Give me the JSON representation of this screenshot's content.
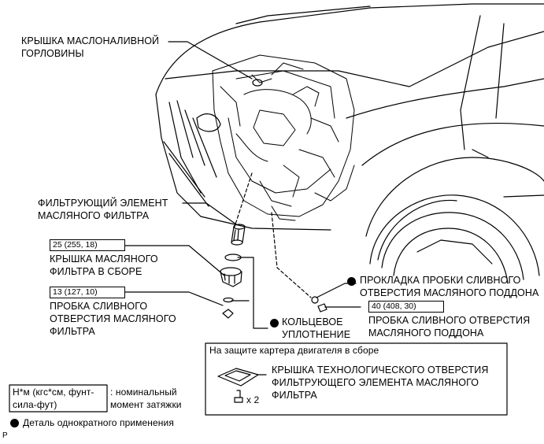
{
  "labels": {
    "oil_filler_cap": [
      "КРЫШКА МАСЛОНАЛИВНОЙ",
      "ГОРЛОВИНЫ"
    ],
    "filter_element": [
      "ФИЛЬТРУЮЩИЙ ЭЛЕМЕНТ",
      "МАСЛЯНОГО ФИЛЬТРА"
    ],
    "filter_cap_torque": "25 (255, 18)",
    "filter_cap": [
      "КРЫШКА МАСЛЯНОГО",
      "ФИЛЬТРА В СБОРЕ"
    ],
    "filter_plug_torque": "13 (127, 10)",
    "filter_drain_plug": [
      "ПРОБКА СЛИВНОГО",
      "ОТВЕРСТИЯ МАСЛЯНОГО",
      "ФИЛЬТРА"
    ],
    "o_ring": [
      "КОЛЬЦЕВОЕ",
      "УПЛОТНЕНИЕ"
    ],
    "drain_gasket": [
      "ПРОКЛАДКА ПРОБКИ СЛИВНОГО",
      "ОТВЕРСТИЯ МАСЛЯНОГО ПОДДОНА"
    ],
    "pan_plug_torque": "40 (408, 30)",
    "pan_drain_plug": [
      "ПРОБКА СЛИВНОГО ОТВЕРСТИЯ",
      "МАСЛЯНОГО ПОДДОНА"
    ],
    "engine_cover_header": "На защите картера двигателя в сборе",
    "service_hole_cover": [
      "КРЫШКА ТЕХНОЛОГИЧЕСКОГО ОТВЕРСТИЯ",
      "ФИЛЬТРУЮЩЕГО ЭЛЕМЕНТА МАСЛЯНОГО",
      "ФИЛЬТРА"
    ],
    "bolt_qty": "x 2"
  },
  "legend": {
    "torque_units": [
      "Н*м (кгс*см, фунт-",
      "сила-фут)"
    ],
    "torque_desc": [
      ": номинальный",
      "момент затяжки"
    ],
    "single_use": "Деталь однократного применения"
  },
  "corner_mark": "P",
  "colors": {
    "ink": "#000000",
    "background": "#ffffff"
  }
}
